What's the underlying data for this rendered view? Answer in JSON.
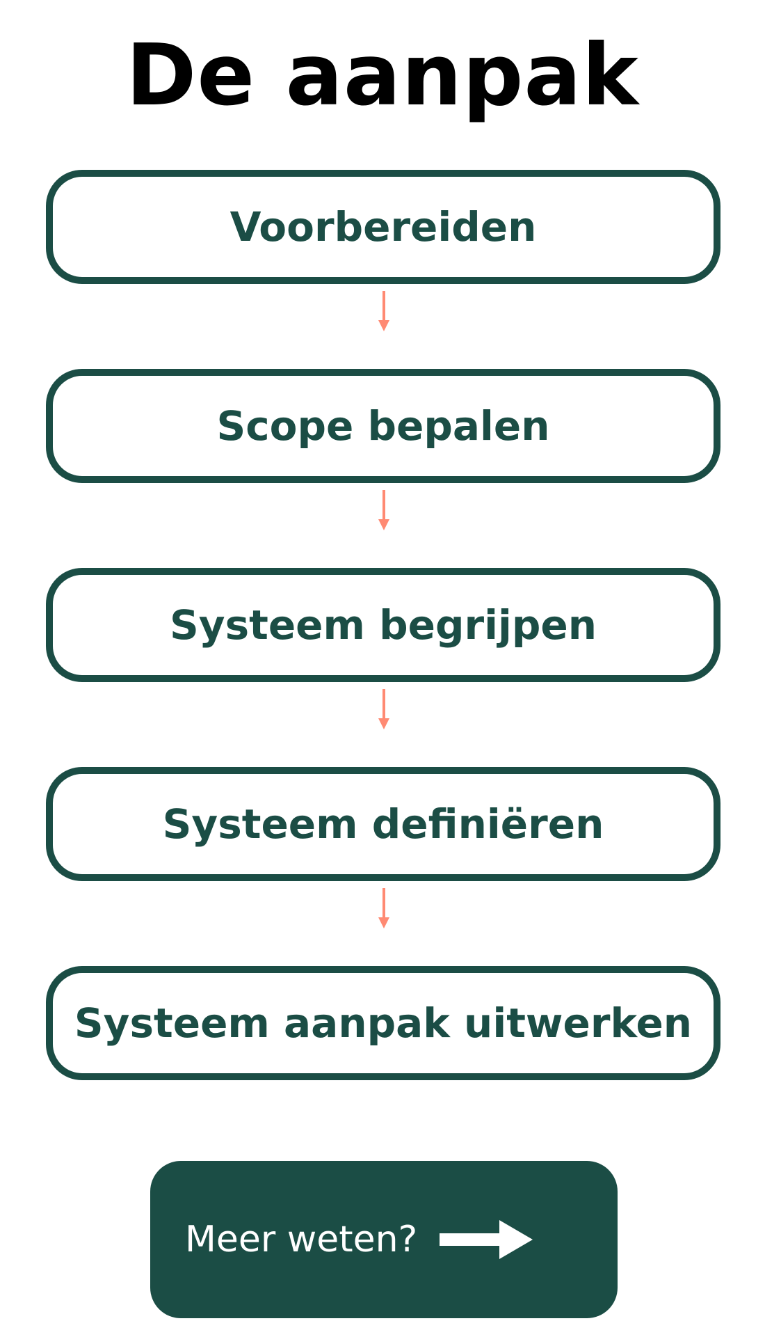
{
  "page": {
    "title": "De aanpak"
  },
  "steps": [
    {
      "label": "Voorbereiden"
    },
    {
      "label": "Scope bepalen"
    },
    {
      "label": "Systeem begrijpen"
    },
    {
      "label": "Systeem definiëren"
    },
    {
      "label": "Systeem aanpak uitwerken"
    }
  ],
  "cta": {
    "label": "Meer weten?",
    "icon": "arrow-right-icon"
  },
  "colors": {
    "primary": "#1b4d45",
    "arrow": "#ff8a73",
    "background": "#ffffff",
    "title": "#000000"
  }
}
